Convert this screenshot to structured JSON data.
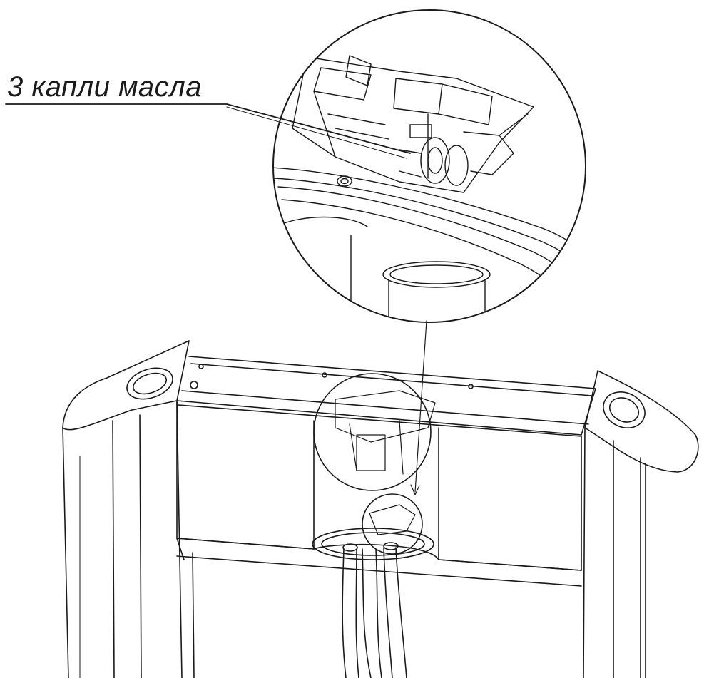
{
  "callout": {
    "label": "3 капли масла"
  },
  "colors": {
    "line": "#1a1a1a",
    "background": "#ffffff"
  },
  "parts": {
    "detail_view": "detail-magnifier",
    "machine": "turnstile-frame"
  }
}
